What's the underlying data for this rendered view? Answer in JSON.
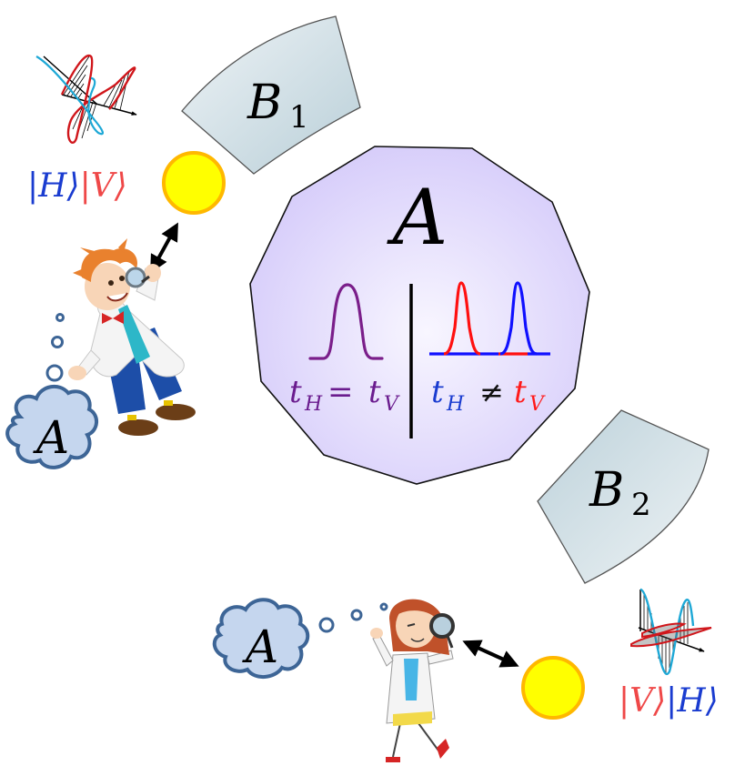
{
  "diagram": {
    "central_node": {
      "label": "A",
      "fill_gradient": [
        "#f7f5ff",
        "#d6ccfa"
      ],
      "left_panel": {
        "pulses": [
          {
            "color": "#7a1e8a",
            "description": "single overlapping H/V pulse"
          }
        ],
        "equation": {
          "lhs": "t",
          "lhs_sub": "H",
          "operator": "=",
          "rhs": "t",
          "rhs_sub": "V",
          "color": "#6a1b8e"
        }
      },
      "right_panel": {
        "pulses": [
          {
            "color": "#ff1010",
            "description": "V pulse (earlier)"
          },
          {
            "color": "#1010ff",
            "description": "H pulse (later)"
          }
        ],
        "equation": {
          "lhs": "t",
          "lhs_sub": "H",
          "lhs_color": "#1a3cd0",
          "operator": "≠",
          "operator_color": "#111111",
          "rhs": "t",
          "rhs_sub": "V",
          "rhs_color": "#ff1a1a"
        }
      }
    },
    "detectors": [
      {
        "id": "B1",
        "label_main": "B",
        "label_sub": "1"
      },
      {
        "id": "B2",
        "label_main": "B",
        "label_sub": "2"
      }
    ],
    "observers": [
      {
        "id": "observer-1",
        "description": "boy scientist with magnifying glass",
        "thought": "A",
        "photon_state": {
          "first": "|H⟩",
          "second": "|V⟩",
          "first_color": "#1a3cd0",
          "second_color": "#ef4848"
        },
        "wave_icon": "polarized-wave-icon"
      },
      {
        "id": "observer-2",
        "description": "girl scientist with magnifying glass",
        "thought": "A",
        "photon_state": {
          "first": "|V⟩",
          "second": "|H⟩",
          "first_color": "#ef4848",
          "second_color": "#1a3cd0"
        },
        "wave_icon": "polarized-wave-icon"
      }
    ],
    "colors": {
      "photon_fill": "#ffff00",
      "photon_stroke": "#ffb800",
      "detector_fill_light": "#eaf1f4",
      "detector_fill_dark": "#bfd3dc",
      "cloud_fill": "#c5d6ee",
      "cloud_stroke": "#3d6596",
      "wave_red": "#d0161b",
      "wave_cyan": "#1ea8d6"
    }
  }
}
